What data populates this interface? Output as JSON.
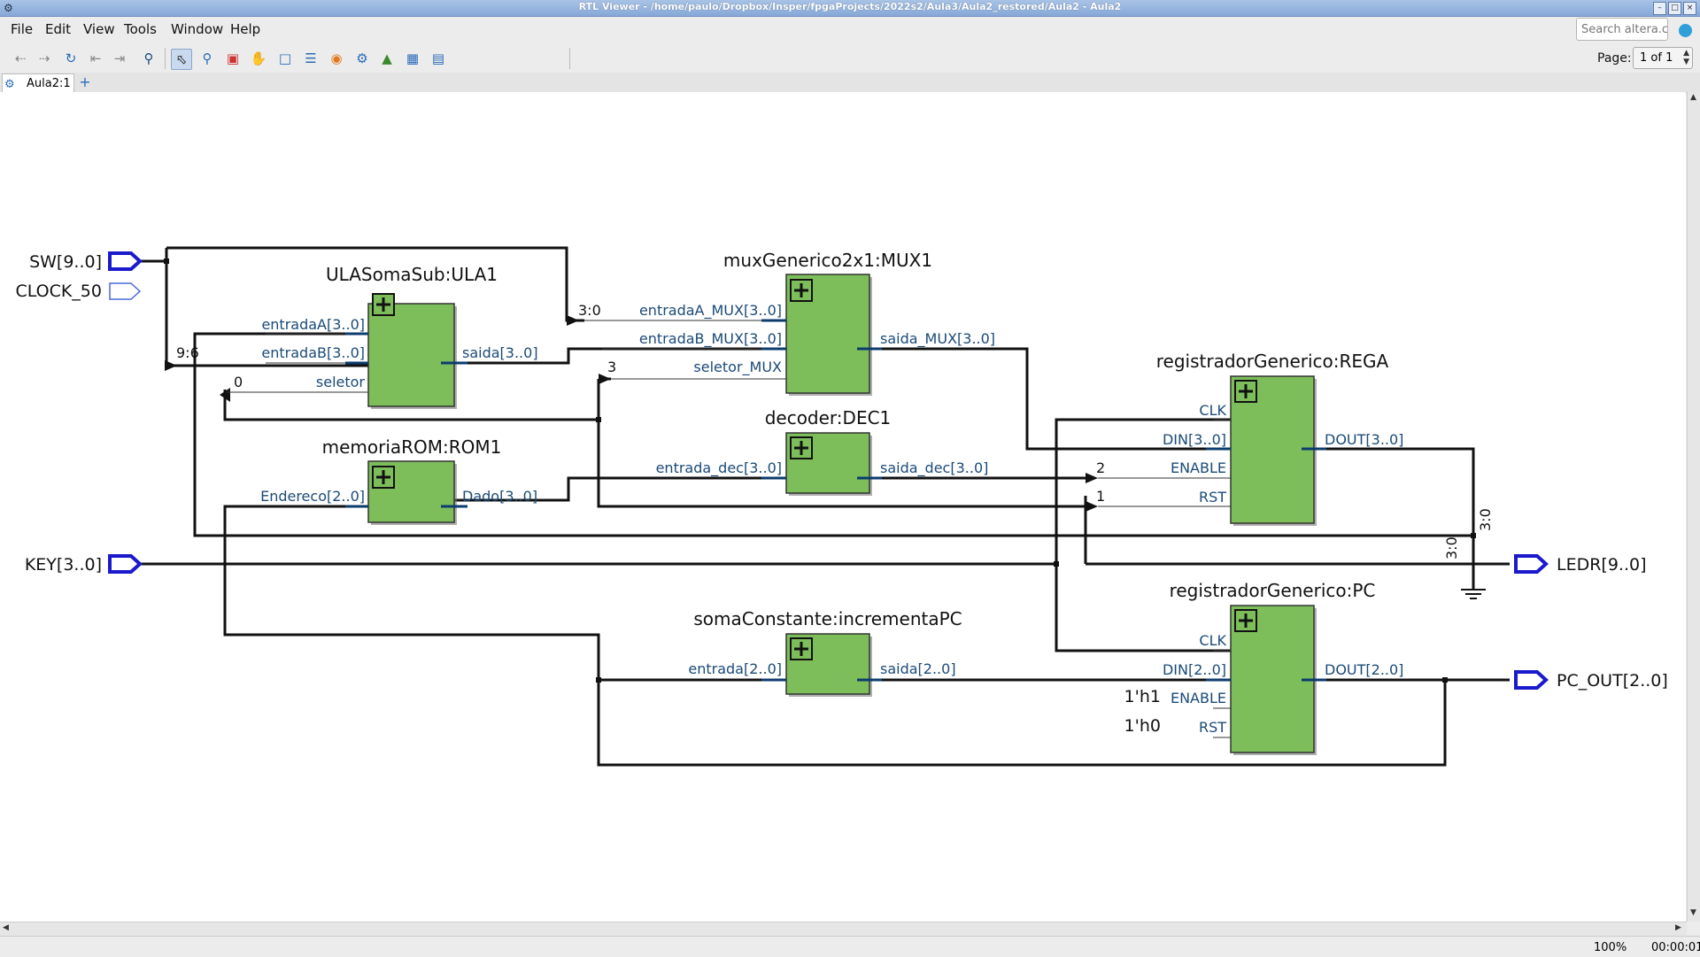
{
  "window": {
    "title": "RTL Viewer - /home/paulo/Dropbox/Insper/fpgaProjects/2022s2/Aula3/Aula2_restored/Aula2 - Aula2",
    "app_icon": "rtl-viewer-icon",
    "buttons": [
      "minimize-icon",
      "maximize-icon",
      "close-icon"
    ]
  },
  "menu": {
    "file": "File",
    "edit": "Edit",
    "view": "View",
    "tools": "Tools",
    "window": "Window",
    "help": "Help"
  },
  "toolbar": {
    "icons": [
      "back-icon",
      "forward-icon",
      "refresh-icon",
      "previous-page-icon",
      "next-page-icon",
      "find-icon",
      "select-icon",
      "zoom-icon",
      "fit-icon",
      "hand-icon",
      "region-icon",
      "netlist-icon",
      "color-icon",
      "settings-icon",
      "chart-icon",
      "hierarchy-icon",
      "export-icon"
    ],
    "search_placeholder": "Search altera.c...",
    "page_label": "Page:",
    "page_value": "1 of 1"
  },
  "tabs": [
    {
      "label": "Aula2:1"
    }
  ],
  "schematic": {
    "inputs": {
      "sw": "SW[9..0]",
      "clock": "CLOCK_50",
      "key": "KEY[3..0]"
    },
    "outputs": {
      "ledr": "LEDR[9..0]",
      "pc_out": "PC_OUT[2..0]"
    },
    "blocks": {
      "ula": {
        "title": "ULASomaSub:ULA1",
        "ports": {
          "a": "entradaA[3..0]",
          "b": "entradaB[3..0]",
          "sel": "seletor",
          "out": "saida[3..0]"
        }
      },
      "rom": {
        "title": "memoriaROM:ROM1",
        "ports": {
          "addr": "Endereco[2..0]",
          "data": "Dado[3..0]"
        }
      },
      "mux": {
        "title": "muxGenerico2x1:MUX1",
        "ports": {
          "a": "entradaA_MUX[3..0]",
          "b": "entradaB_MUX[3..0]",
          "sel": "seletor_MUX",
          "out": "saida_MUX[3..0]"
        }
      },
      "dec": {
        "title": "decoder:DEC1",
        "ports": {
          "in": "entrada_dec[3..0]",
          "out": "saida_dec[3..0]"
        }
      },
      "soma": {
        "title": "somaConstante:incrementaPC",
        "ports": {
          "in": "entrada[2..0]",
          "out": "saida[2..0]"
        }
      },
      "rega": {
        "title": "registradorGenerico:REGA",
        "ports": {
          "clk": "CLK",
          "din": "DIN[3..0]",
          "en": "ENABLE",
          "rst": "RST",
          "dout": "DOUT[3..0]"
        }
      },
      "pc": {
        "title": "registradorGenerico:PC",
        "ports": {
          "clk": "CLK",
          "din": "DIN[2..0]",
          "en": "ENABLE",
          "rst": "RST",
          "dout": "DOUT[2..0]"
        }
      }
    },
    "wire_labels": {
      "sw_slice_low": "3:0",
      "sw_slice_high": "9:6",
      "ula_sel_bit": "0",
      "mux_sel_bit": "3",
      "dec_enable_bit": "2",
      "dec_rst_bit": "1",
      "ledr_slice_a": "3:0",
      "ledr_slice_b": "3:0",
      "pc_enable_const": "1'h1",
      "pc_rst_const": "1'h0"
    }
  },
  "status": {
    "zoom": "100%",
    "time": "00:00:01"
  }
}
